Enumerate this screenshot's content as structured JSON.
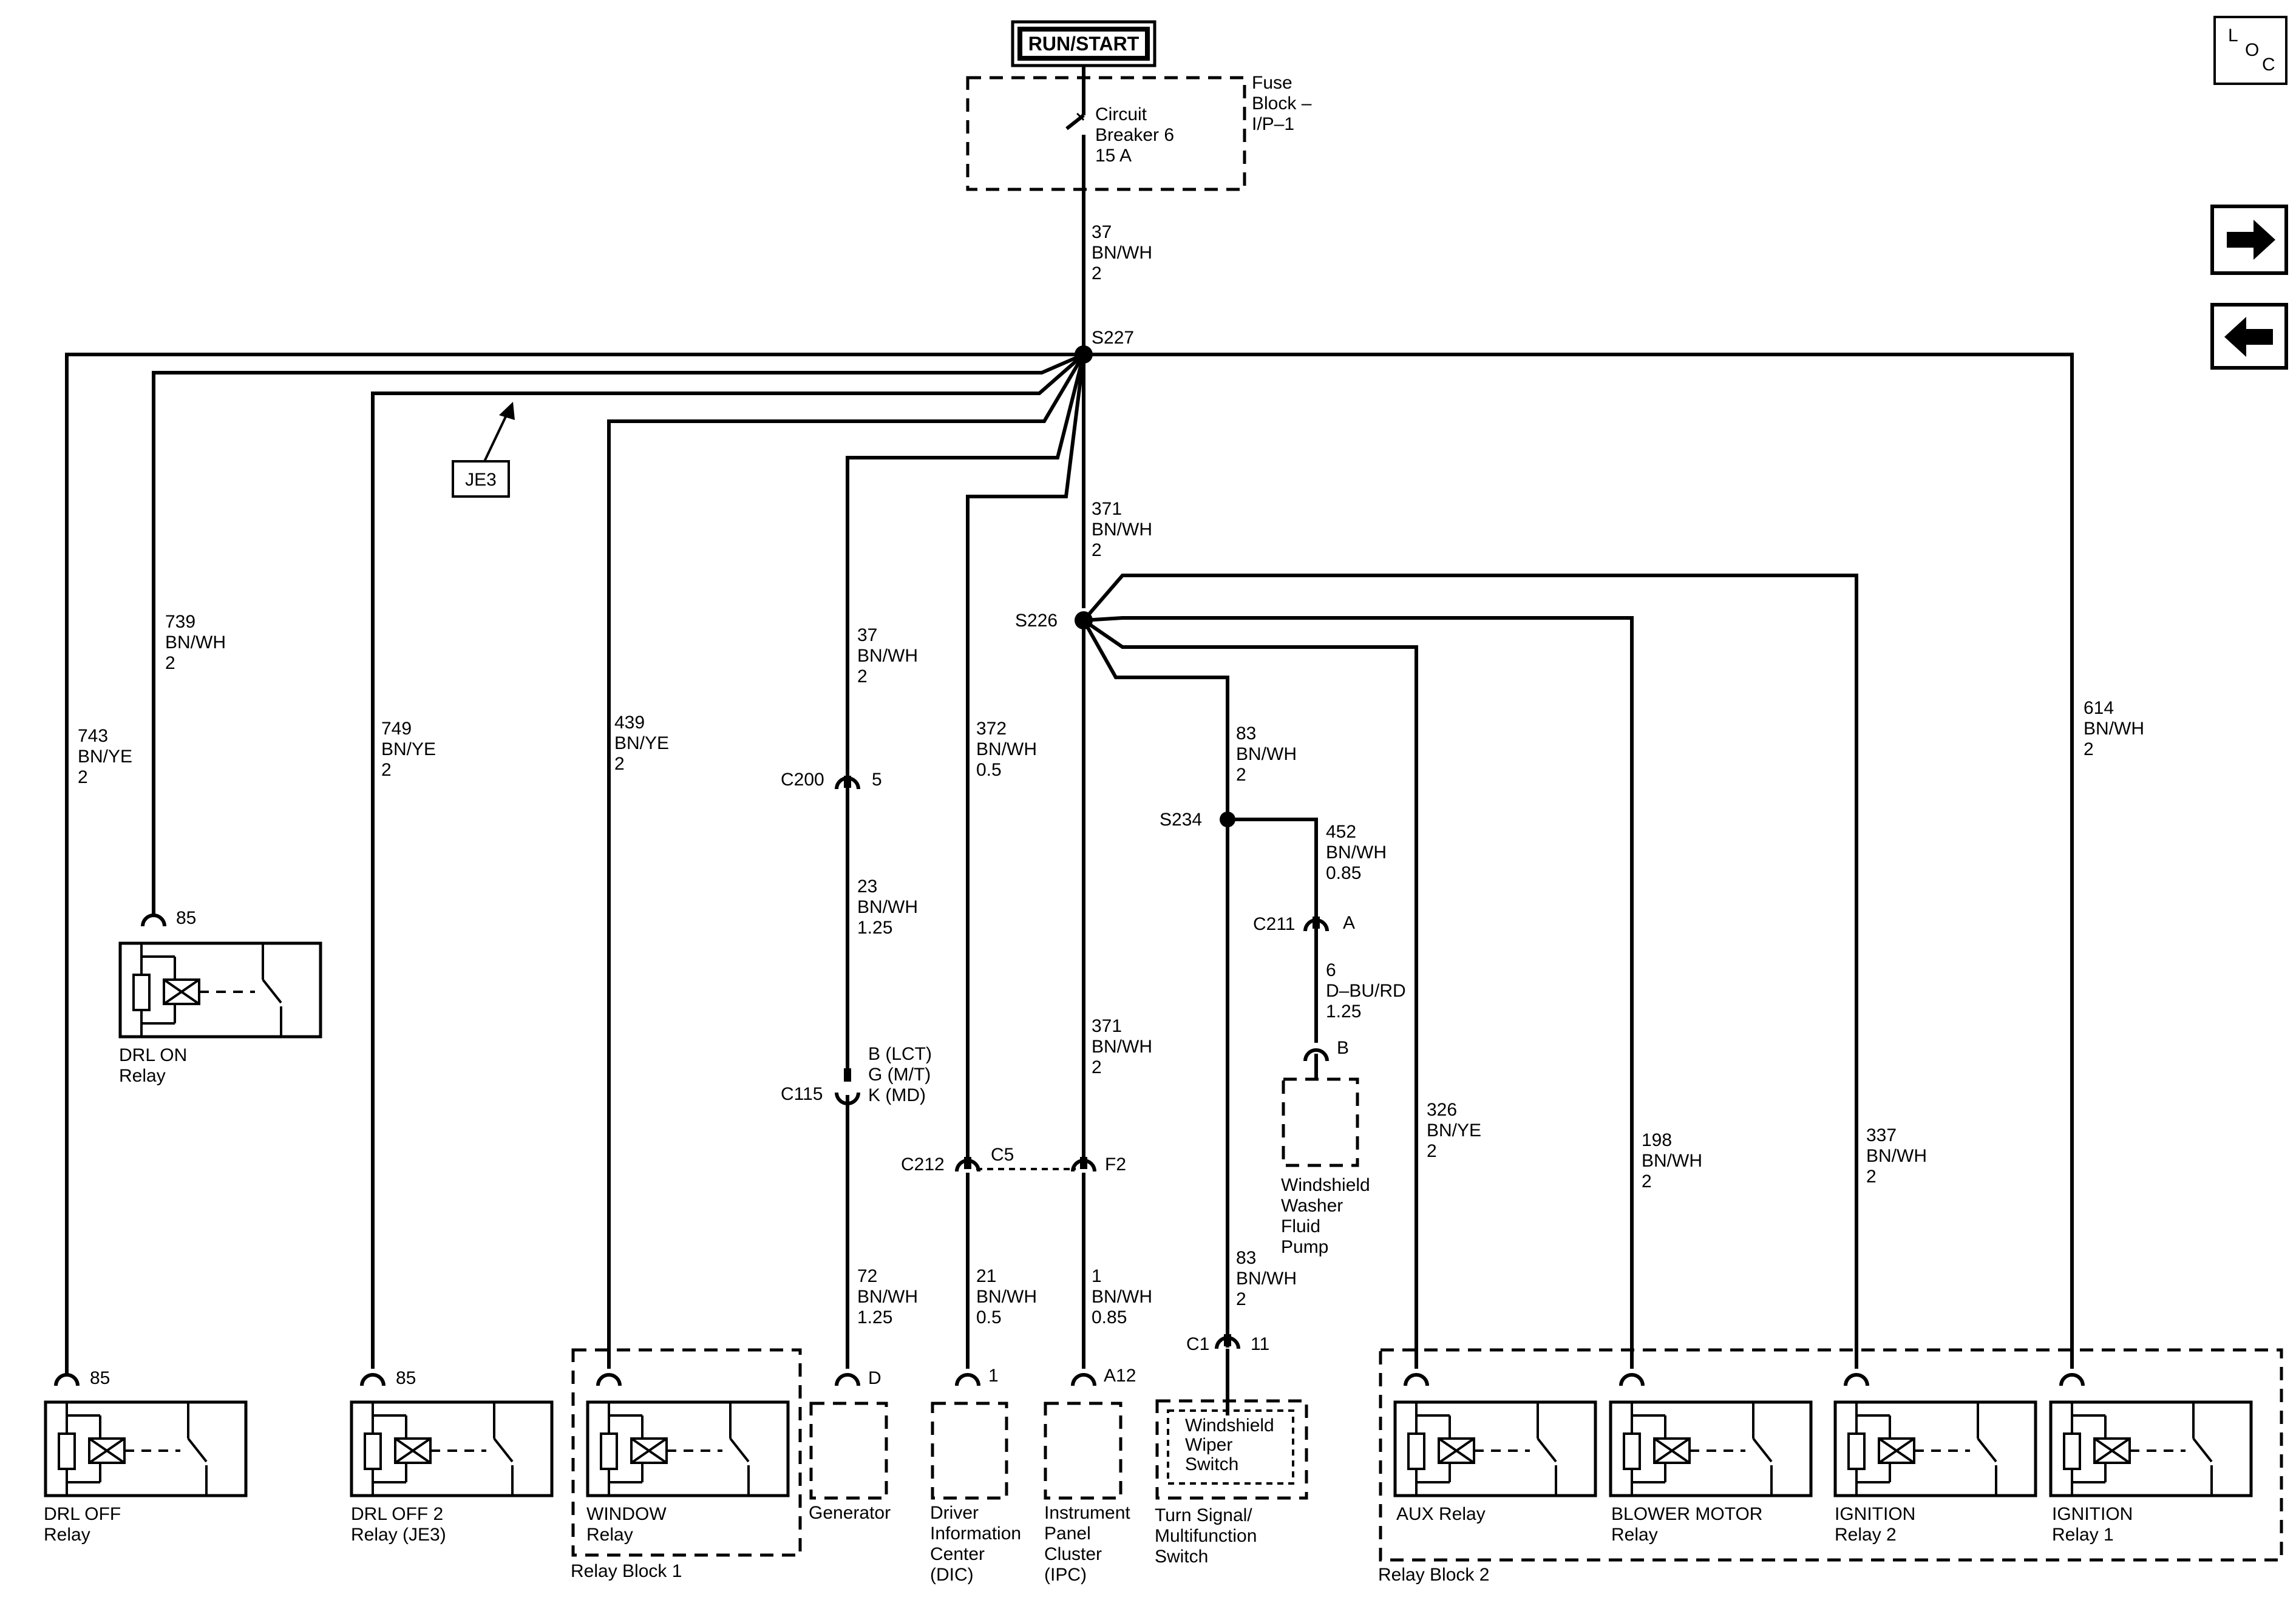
{
  "power_source": "RUN/START",
  "fuse_block": {
    "label_lines": [
      "Fuse",
      "Block –",
      "I/P–1"
    ],
    "breaker_lines": [
      "Circuit",
      "Breaker 6",
      "15 A"
    ]
  },
  "nav": {
    "loc": [
      "L",
      "O",
      "C"
    ],
    "forward_icon": "arrow-right-icon",
    "back_icon": "arrow-left-icon"
  },
  "je3_tag": "JE3",
  "splices": [
    {
      "id": "S227",
      "label": "S227"
    },
    {
      "id": "S226",
      "label": "S226"
    },
    {
      "id": "S234",
      "label": "S234"
    }
  ],
  "wire_labels": [
    {
      "id": "w37_top",
      "lines": [
        "37",
        "BN/WH",
        "2"
      ]
    },
    {
      "id": "w371_a",
      "lines": [
        "371",
        "BN/WH",
        "2"
      ]
    },
    {
      "id": "w743",
      "lines": [
        "743",
        "BN/YE",
        "2"
      ]
    },
    {
      "id": "w739",
      "lines": [
        "739",
        "BN/WH",
        "2"
      ]
    },
    {
      "id": "w749",
      "lines": [
        "749",
        "BN/YE",
        "2"
      ]
    },
    {
      "id": "w439",
      "lines": [
        "439",
        "BN/YE",
        "2"
      ]
    },
    {
      "id": "w37_gen",
      "lines": [
        "37",
        "BN/WH",
        "2"
      ]
    },
    {
      "id": "w23",
      "lines": [
        "23",
        "BN/WH",
        "1.25"
      ]
    },
    {
      "id": "w72",
      "lines": [
        "72",
        "BN/WH",
        "1.25"
      ]
    },
    {
      "id": "w372",
      "lines": [
        "372",
        "BN/WH",
        "0.5"
      ]
    },
    {
      "id": "w21",
      "lines": [
        "21",
        "BN/WH",
        "0.5"
      ]
    },
    {
      "id": "w371_b",
      "lines": [
        "371",
        "BN/WH",
        "2"
      ]
    },
    {
      "id": "w1",
      "lines": [
        "1",
        "BN/WH",
        "0.85"
      ]
    },
    {
      "id": "w83_a",
      "lines": [
        "83",
        "BN/WH",
        "2"
      ]
    },
    {
      "id": "w452",
      "lines": [
        "452",
        "BN/WH",
        "0.85"
      ]
    },
    {
      "id": "w6",
      "lines": [
        "6",
        "D–BU/RD",
        "1.25"
      ]
    },
    {
      "id": "w83_b",
      "lines": [
        "83",
        "BN/WH",
        "2"
      ]
    },
    {
      "id": "w326",
      "lines": [
        "326",
        "BN/YE",
        "2"
      ]
    },
    {
      "id": "w198",
      "lines": [
        "198",
        "BN/WH",
        "2"
      ]
    },
    {
      "id": "w337",
      "lines": [
        "337",
        "BN/WH",
        "2"
      ]
    },
    {
      "id": "w614",
      "lines": [
        "614",
        "BN/WH",
        "2"
      ]
    }
  ],
  "connectors": [
    {
      "id": "c200",
      "name": "C200",
      "pin": "5"
    },
    {
      "id": "c115",
      "name": "C115",
      "pin_lines": [
        "B (LCT)",
        "G (M/T)",
        "K (MD)"
      ]
    },
    {
      "id": "c212",
      "name": "C212",
      "pin": "C5"
    },
    {
      "id": "f2",
      "pin": "F2"
    },
    {
      "id": "c211",
      "name": "C211",
      "pin": "A"
    },
    {
      "id": "c211b",
      "pin": "B"
    },
    {
      "id": "c1",
      "name": "C1",
      "pin": "11"
    },
    {
      "id": "p85_drlon",
      "pin": "85"
    },
    {
      "id": "p85_drloff",
      "pin": "85"
    },
    {
      "id": "p85_drloff2",
      "pin": "85"
    },
    {
      "id": "pD_gen",
      "pin": "D"
    },
    {
      "id": "p1_dic",
      "pin": "1"
    },
    {
      "id": "pA12_ipc",
      "pin": "A12"
    }
  ],
  "components": [
    {
      "id": "drl_on",
      "lines": [
        "DRL ON",
        "Relay"
      ]
    },
    {
      "id": "drl_off",
      "lines": [
        "DRL OFF",
        "Relay"
      ]
    },
    {
      "id": "drl_off2",
      "lines": [
        "DRL OFF 2",
        "Relay (JE3)"
      ]
    },
    {
      "id": "window",
      "lines": [
        "WINDOW",
        "Relay"
      ]
    },
    {
      "id": "generator",
      "lines": [
        "Generator"
      ]
    },
    {
      "id": "dic",
      "lines": [
        "Driver",
        "Information",
        "Center",
        "(DIC)"
      ]
    },
    {
      "id": "ipc",
      "lines": [
        "Instrument",
        "Panel",
        "Cluster",
        "(IPC)"
      ]
    },
    {
      "id": "washer",
      "lines": [
        "Windshield",
        "Washer",
        "Fluid",
        "Pump"
      ]
    },
    {
      "id": "wiper",
      "lines": [
        "Windshield",
        "Wiper",
        "Switch"
      ]
    },
    {
      "id": "turnsig",
      "lines": [
        "Turn Signal/",
        "Multifunction",
        "Switch"
      ]
    },
    {
      "id": "aux",
      "lines": [
        "AUX Relay"
      ]
    },
    {
      "id": "blower",
      "lines": [
        "BLOWER MOTOR",
        "Relay"
      ]
    },
    {
      "id": "ign2",
      "lines": [
        "IGNITION",
        "Relay 2"
      ]
    },
    {
      "id": "ign1",
      "lines": [
        "IGNITION",
        "Relay 1"
      ]
    }
  ],
  "relay_blocks": [
    {
      "id": "rb1",
      "label": "Relay Block 1"
    },
    {
      "id": "rb2",
      "label": "Relay Block 2"
    }
  ]
}
